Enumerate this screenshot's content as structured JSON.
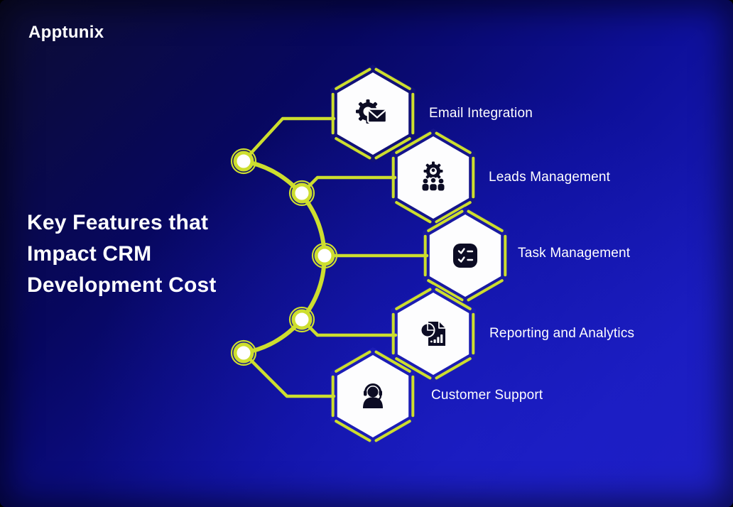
{
  "brand": {
    "name": "Apptunix"
  },
  "title": {
    "lines": [
      "Key Features that",
      "Impact CRM",
      "Development Cost"
    ]
  },
  "features": [
    {
      "label": "Email Integration",
      "icon": "gear-email-icon"
    },
    {
      "label": "Leads Management",
      "icon": "team-gear-icon"
    },
    {
      "label": "Task Management",
      "icon": "checklist-icon"
    },
    {
      "label": "Reporting and Analytics",
      "icon": "report-analytics-icon"
    },
    {
      "label": "Customer Support",
      "icon": "headset-agent-icon"
    }
  ],
  "colors": {
    "accent_yellow_green": "#cdde2e",
    "hexagon_fill": "#fdfdfe",
    "icon_ink": "#0c0c24",
    "background_dark": "#0d0d31",
    "background_bright": "#1e1fc4",
    "text": "#ffffff"
  }
}
